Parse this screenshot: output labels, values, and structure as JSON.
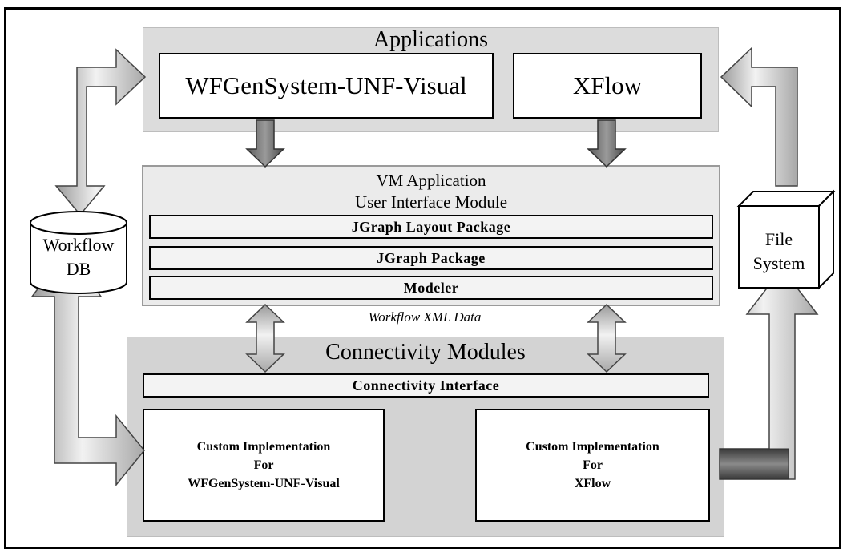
{
  "applications": {
    "title": "Applications",
    "box_left": "WFGenSystem-UNF-Visual",
    "box_right": "XFlow"
  },
  "vm": {
    "title_line1": "VM Application",
    "title_line2": "User Interface Module",
    "layers": [
      "JGraph Layout Package",
      "JGraph Package",
      "Modeler"
    ]
  },
  "flow_label": "Workflow XML Data",
  "connectivity": {
    "title": "Connectivity Modules",
    "interface": "Connectivity Interface",
    "impl_left": [
      "Custom Implementation",
      "For",
      "WFGenSystem-UNF-Visual"
    ],
    "impl_right": [
      "Custom Implementation",
      "For",
      "XFlow"
    ]
  },
  "workflow_db": {
    "line1": "Workflow",
    "line2": "DB"
  },
  "file_system": {
    "line1": "File",
    "line2": "System"
  },
  "colors": {
    "arrow_light": "#e4e4e4",
    "arrow_dark": "#4a4a4a",
    "region_gray": "#d8d8d8"
  }
}
